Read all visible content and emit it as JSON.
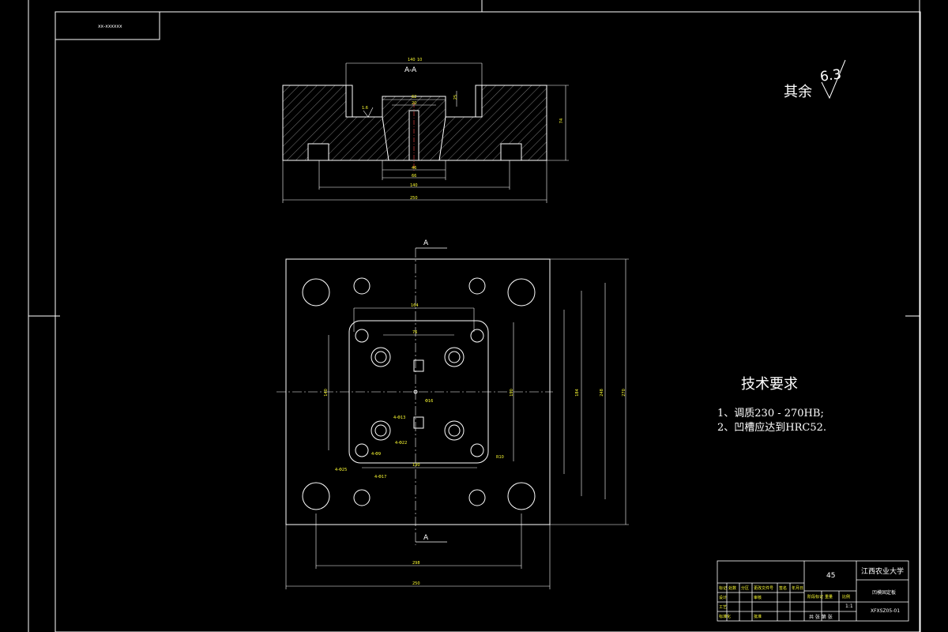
{
  "drawing": {
    "top_left_label": "xx-xxxxxx",
    "section_label": "A-A",
    "section_marker": "A",
    "surface_note": "其余",
    "surface_value": "6.3",
    "requirements_title": "技术要求",
    "requirements": [
      "1、调质230 - 270HB;",
      "2、凹槽应达到HRC52."
    ],
    "section_dims": {
      "top_open": "140",
      "top_small": "10",
      "inner": "62",
      "slot": "20",
      "bottom_inner": "46",
      "bottom_mid": "66",
      "bottom_wide": "140",
      "overall": "250",
      "height": "74",
      "angle": "1.6",
      "hole": "25"
    },
    "plan_dims": {
      "top": "164",
      "inner_top": "76",
      "mid": "190",
      "bottom_inner": "298",
      "bottom_outer": "250",
      "left": "140",
      "right1": "190",
      "right2": "184",
      "right3": "248",
      "right4": "270",
      "center_hole": "Φ16",
      "hole1": "4-Φ13",
      "hole2": "4-Φ22",
      "hole3": "4-Φ9",
      "hole4": "4-Φ25",
      "hole5": "4-Φ17",
      "radius": "R10"
    }
  },
  "title_block": {
    "material": "45",
    "school": "江西农业大学",
    "part_name": "凹模固定板",
    "drawing_no": "XFXSZ05-01",
    "scale": "1:1",
    "sheet_info": "共  张  第  张",
    "header_cells": [
      "标记",
      "处数",
      "分区",
      "更改文件号",
      "签名",
      "年月日"
    ],
    "role_cells": [
      "设计",
      "审核",
      "工艺",
      "标准化",
      "批准"
    ],
    "stage_cells": [
      "阶段标记",
      "重量",
      "比例"
    ]
  }
}
